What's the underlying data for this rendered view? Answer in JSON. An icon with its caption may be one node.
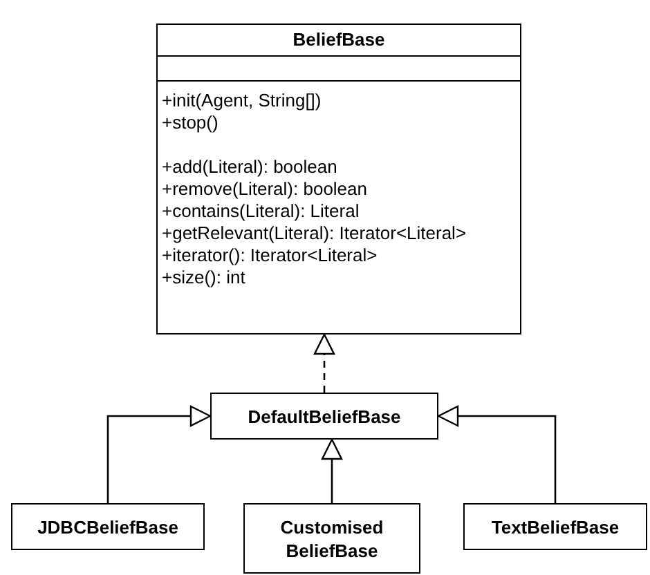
{
  "diagram": {
    "nodes": [
      {
        "text": [
          "BeliefBase",
          "+init(Agent, String[])",
          "+stop()",
          "+add(Literal): boolean",
          "+remove(Literal): boolean",
          "+contains(Literal): Literal",
          "+getRelevant(Literal): Iterator<Literal>",
          "+iterator(): Iterator<Literal>",
          "+size(): int"
        ]
      },
      {
        "text": [
          "DefaultBeliefBase"
        ]
      },
      {
        "text": [
          "JDBCBeliefBase"
        ]
      },
      {
        "text": [
          "Customised BeliefBase"
        ]
      },
      {
        "text": [
          "TextBeliefBase"
        ]
      }
    ],
    "edges": [
      {
        "from": 1,
        "to": 0,
        "arrow": "to",
        "style": "dashed"
      },
      {
        "from": 2,
        "to": 1,
        "arrow": "to"
      },
      {
        "from": 3,
        "to": 1,
        "arrow": "to"
      },
      {
        "from": 4,
        "to": 1,
        "arrow": "to"
      }
    ]
  }
}
